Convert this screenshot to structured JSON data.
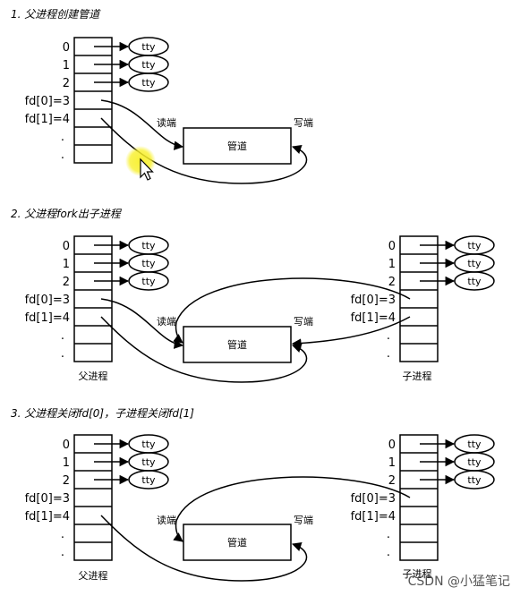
{
  "sections": [
    {
      "title": "1. 父进程创建管道",
      "fd_labels": [
        "0",
        "1",
        "2",
        "fd[0]=3",
        "fd[1]=4",
        ".",
        "."
      ],
      "tty": "tty",
      "pipe_label": "管道",
      "read_label": "读端",
      "write_label": "写端",
      "process_label": ""
    },
    {
      "title": "2. 父进程fork出子进程",
      "fd_labels": [
        "0",
        "1",
        "2",
        "fd[0]=3",
        "fd[1]=4",
        ".",
        "."
      ],
      "child_fd_labels": [
        "0",
        "1",
        "2",
        "fd[0]=3",
        "fd[1]=4",
        ".",
        "."
      ],
      "tty": "tty",
      "pipe_label": "管道",
      "read_label": "读端",
      "write_label": "写端",
      "process_label": "父进程",
      "child_label": "子进程"
    },
    {
      "title": "3. 父进程关闭fd[0]，子进程关闭fd[1]",
      "fd_labels": [
        "0",
        "1",
        "2",
        "fd[0]=3",
        "fd[1]=4",
        ".",
        "."
      ],
      "child_fd_labels": [
        "0",
        "1",
        "2",
        "fd[0]=3",
        "fd[1]=4",
        ".",
        "."
      ],
      "tty": "tty",
      "pipe_label": "管道",
      "read_label": "读端",
      "write_label": "写端",
      "process_label": "父进程",
      "child_label": "子进程"
    }
  ],
  "watermark": "CSDN @小猛笔记",
  "icons": {
    "cursor": "mouse-cursor-icon",
    "highlight": "cursor-highlight"
  },
  "colors": {
    "highlight": "#f8f02a",
    "stroke": "#000000"
  }
}
